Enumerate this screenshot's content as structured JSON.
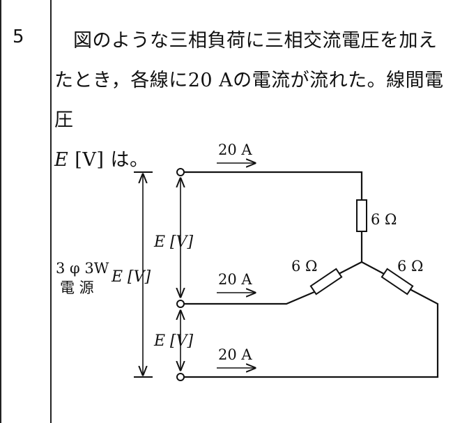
{
  "question": {
    "number": "5",
    "line1": "図のような三相負荷に三相交流電圧を加え",
    "line2": "たとき，各線に20 Aの電流が流れた。線間電圧",
    "line3_var": "E",
    "line3_rest": " [V] は。"
  },
  "diagram": {
    "source_label_line1": "3 φ 3W",
    "source_label_line2": "電 源",
    "outer_voltage": "E [V]",
    "voltage_top": "E [V]",
    "voltage_bottom": "E [V]",
    "current_top": "20 A",
    "current_mid": "20 A",
    "current_bottom": "20 A",
    "resistor_top": "6 Ω",
    "resistor_left": "6 Ω",
    "resistor_right": "6 Ω"
  }
}
